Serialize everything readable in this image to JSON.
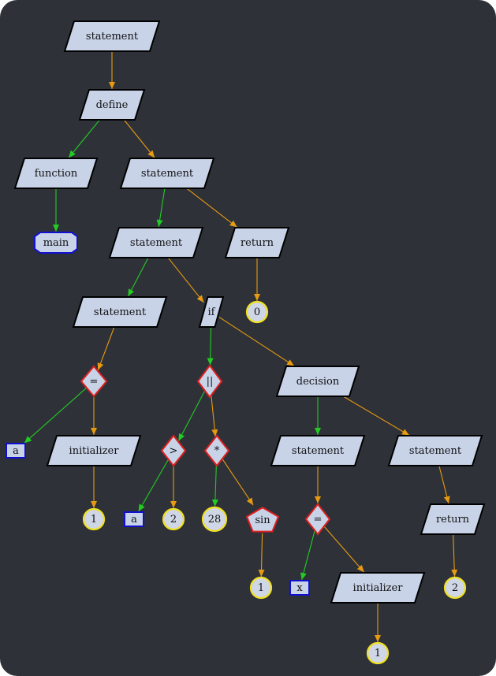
{
  "colors": {
    "background": "#2e3238",
    "node_fill": "#c8d3e8",
    "node_stroke": "#000000",
    "ident_stroke": "#1010d0",
    "op_stroke": "#e02020",
    "literal_fill": "#cfd6e6",
    "literal_stroke": "#f0e020",
    "edge_green": "#22cc22",
    "edge_orange": "#e89a10"
  },
  "nodes": [
    {
      "id": "n0",
      "label": "statement",
      "shape": "parallelogram"
    },
    {
      "id": "n1",
      "label": "define",
      "shape": "parallelogram"
    },
    {
      "id": "n2",
      "label": "function",
      "shape": "parallelogram"
    },
    {
      "id": "n3",
      "label": "statement",
      "shape": "parallelogram"
    },
    {
      "id": "n4",
      "label": "main",
      "shape": "octagon"
    },
    {
      "id": "n5",
      "label": "statement",
      "shape": "parallelogram"
    },
    {
      "id": "n6",
      "label": "return",
      "shape": "parallelogram"
    },
    {
      "id": "n7",
      "label": "statement",
      "shape": "parallelogram"
    },
    {
      "id": "n8",
      "label": "if",
      "shape": "parallelogram"
    },
    {
      "id": "n9",
      "label": "0",
      "shape": "circle"
    },
    {
      "id": "n10",
      "label": "=",
      "shape": "diamond"
    },
    {
      "id": "n11",
      "label": "||",
      "shape": "diamond"
    },
    {
      "id": "n12",
      "label": "decision",
      "shape": "parallelogram"
    },
    {
      "id": "n13",
      "label": "a",
      "shape": "box"
    },
    {
      "id": "n14",
      "label": "initializer",
      "shape": "parallelogram"
    },
    {
      "id": "n15",
      "label": ">",
      "shape": "diamond"
    },
    {
      "id": "n16",
      "label": "*",
      "shape": "diamond"
    },
    {
      "id": "n17",
      "label": "statement",
      "shape": "parallelogram"
    },
    {
      "id": "n18",
      "label": "statement",
      "shape": "parallelogram"
    },
    {
      "id": "n19",
      "label": "1",
      "shape": "circle"
    },
    {
      "id": "n20",
      "label": "a",
      "shape": "box"
    },
    {
      "id": "n21",
      "label": "2",
      "shape": "circle"
    },
    {
      "id": "n22",
      "label": "28",
      "shape": "circle"
    },
    {
      "id": "n23",
      "label": "sin",
      "shape": "pentagon"
    },
    {
      "id": "n24",
      "label": "=",
      "shape": "diamond"
    },
    {
      "id": "n25",
      "label": "return",
      "shape": "parallelogram"
    },
    {
      "id": "n26",
      "label": "1",
      "shape": "circle"
    },
    {
      "id": "n27",
      "label": "x",
      "shape": "box"
    },
    {
      "id": "n28",
      "label": "initializer",
      "shape": "parallelogram"
    },
    {
      "id": "n29",
      "label": "2",
      "shape": "circle"
    },
    {
      "id": "n30",
      "label": "1",
      "shape": "circle"
    }
  ],
  "edges": [
    {
      "from": "n0",
      "to": "n1",
      "color": "orange"
    },
    {
      "from": "n1",
      "to": "n2",
      "color": "green"
    },
    {
      "from": "n1",
      "to": "n3",
      "color": "orange"
    },
    {
      "from": "n2",
      "to": "n4",
      "color": "green"
    },
    {
      "from": "n3",
      "to": "n5",
      "color": "green"
    },
    {
      "from": "n3",
      "to": "n6",
      "color": "orange"
    },
    {
      "from": "n5",
      "to": "n7",
      "color": "green"
    },
    {
      "from": "n5",
      "to": "n8",
      "color": "orange"
    },
    {
      "from": "n6",
      "to": "n9",
      "color": "orange"
    },
    {
      "from": "n7",
      "to": "n10",
      "color": "orange"
    },
    {
      "from": "n8",
      "to": "n11",
      "color": "green"
    },
    {
      "from": "n8",
      "to": "n12",
      "color": "orange"
    },
    {
      "from": "n10",
      "to": "n13",
      "color": "green"
    },
    {
      "from": "n10",
      "to": "n14",
      "color": "orange"
    },
    {
      "from": "n11",
      "to": "n15",
      "color": "green"
    },
    {
      "from": "n11",
      "to": "n16",
      "color": "orange"
    },
    {
      "from": "n12",
      "to": "n17",
      "color": "green"
    },
    {
      "from": "n12",
      "to": "n18",
      "color": "orange"
    },
    {
      "from": "n14",
      "to": "n19",
      "color": "orange"
    },
    {
      "from": "n15",
      "to": "n20",
      "color": "green"
    },
    {
      "from": "n15",
      "to": "n21",
      "color": "orange"
    },
    {
      "from": "n16",
      "to": "n22",
      "color": "green"
    },
    {
      "from": "n16",
      "to": "n23",
      "color": "orange"
    },
    {
      "from": "n17",
      "to": "n24",
      "color": "orange"
    },
    {
      "from": "n18",
      "to": "n25",
      "color": "orange"
    },
    {
      "from": "n23",
      "to": "n26",
      "color": "orange"
    },
    {
      "from": "n24",
      "to": "n27",
      "color": "green"
    },
    {
      "from": "n24",
      "to": "n28",
      "color": "orange"
    },
    {
      "from": "n25",
      "to": "n29",
      "color": "orange"
    },
    {
      "from": "n28",
      "to": "n30",
      "color": "orange"
    }
  ]
}
